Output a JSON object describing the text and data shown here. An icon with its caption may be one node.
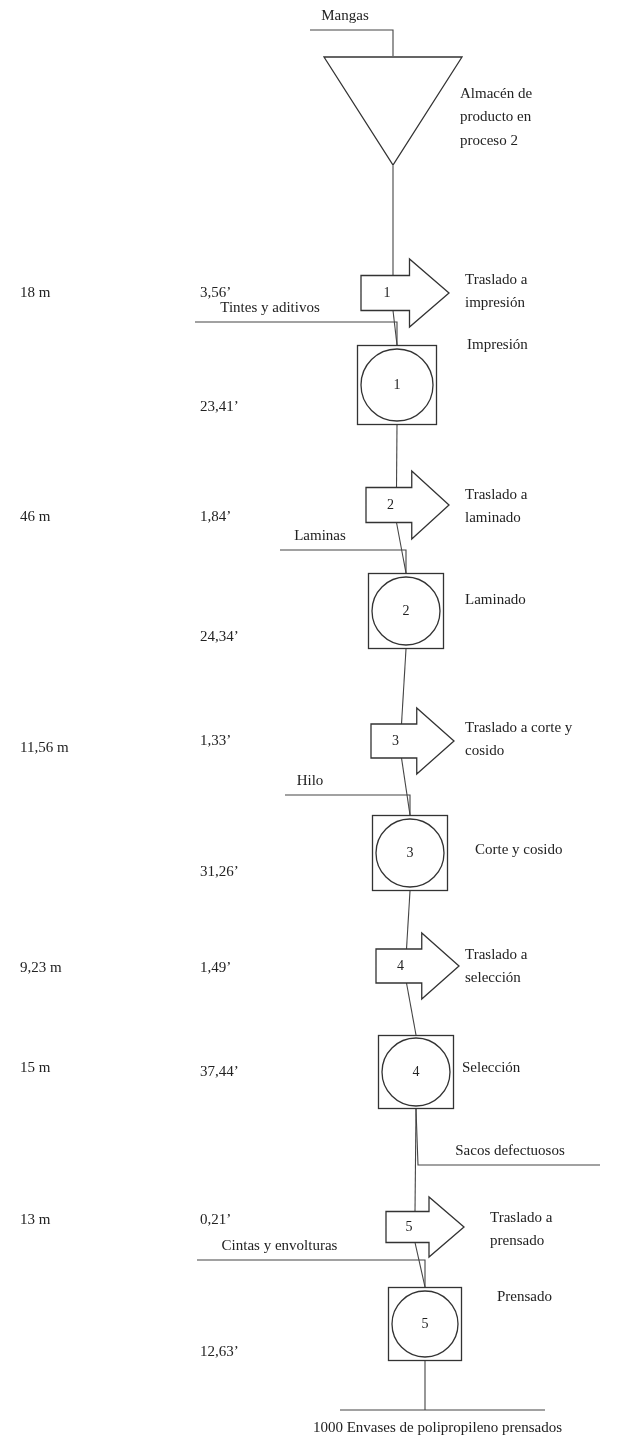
{
  "diagram": {
    "nodes": [
      {
        "text": [
          "Mangas"
        ]
      },
      {
        "text": [],
        "shape": "triangle",
        "beside": [
          "Almacén de producto en proceso 2"
        ]
      },
      {
        "text": [
          "1"
        ],
        "beside": [
          "Traslado a impresión"
        ]
      },
      {
        "text": [
          "Tintes y aditivos"
        ]
      },
      {
        "text": [
          "1"
        ],
        "beside": [
          "Impresión"
        ]
      },
      {
        "text": [
          "2"
        ],
        "beside": [
          "Traslado a laminado"
        ]
      },
      {
        "text": [
          "Laminas"
        ]
      },
      {
        "text": [
          "2"
        ],
        "beside": [
          "Laminado"
        ]
      },
      {
        "text": [
          "3"
        ],
        "beside": [
          "Traslado a corte y cosido"
        ]
      },
      {
        "text": [
          "Hilo"
        ]
      },
      {
        "text": [
          "3"
        ],
        "beside": [
          "Corte y cosido"
        ]
      },
      {
        "text": [
          "4"
        ],
        "beside": [
          "Traslado a selección"
        ]
      },
      {
        "text": [
          "4"
        ],
        "beside": [
          "Selección"
        ]
      },
      {
        "text": [
          "Sacos defectuosos"
        ]
      },
      {
        "text": [
          "5"
        ],
        "beside": [
          "Traslado a prensado"
        ]
      },
      {
        "text": [
          "Cintas y envolturas"
        ]
      },
      {
        "text": [
          "5"
        ],
        "beside": [
          "Prensado"
        ]
      },
      {
        "text": [
          "1000 Envases de polipropileno prensados"
        ]
      }
    ],
    "edges": [
      {
        "from": 0,
        "to": 1,
        "arrow": "none"
      },
      {
        "from": 1,
        "to": 2,
        "arrow": "none"
      },
      {
        "from": 2,
        "to": 4,
        "arrow": "none"
      },
      {
        "from": 3,
        "to": 4,
        "arrow": "none"
      },
      {
        "from": 4,
        "to": 5,
        "arrow": "none"
      },
      {
        "from": 5,
        "to": 7,
        "arrow": "none"
      },
      {
        "from": 6,
        "to": 7,
        "arrow": "none"
      },
      {
        "from": 7,
        "to": 8,
        "arrow": "none"
      },
      {
        "from": 8,
        "to": 10,
        "arrow": "none"
      },
      {
        "from": 9,
        "to": 10,
        "arrow": "none"
      },
      {
        "from": 10,
        "to": 11,
        "arrow": "none"
      },
      {
        "from": 11,
        "to": 12,
        "arrow": "none"
      },
      {
        "from": 12,
        "to": 14,
        "arrow": "none"
      },
      {
        "from": 12,
        "to": 13,
        "arrow": "none"
      },
      {
        "from": 14,
        "to": 16,
        "arrow": "none"
      },
      {
        "from": 15,
        "to": 16,
        "arrow": "none"
      },
      {
        "from": 16,
        "to": 17,
        "arrow": "none"
      }
    ],
    "labels": [
      "18 m",
      "3,56’",
      "23,41’",
      "46 m",
      "1,84’",
      "24,34’",
      "11,56 m",
      "1,33’",
      "31,26’",
      "9,23 m",
      "1,49’",
      "15 m",
      "37,44’",
      "13 m",
      "0,21’",
      "12,63’"
    ]
  }
}
